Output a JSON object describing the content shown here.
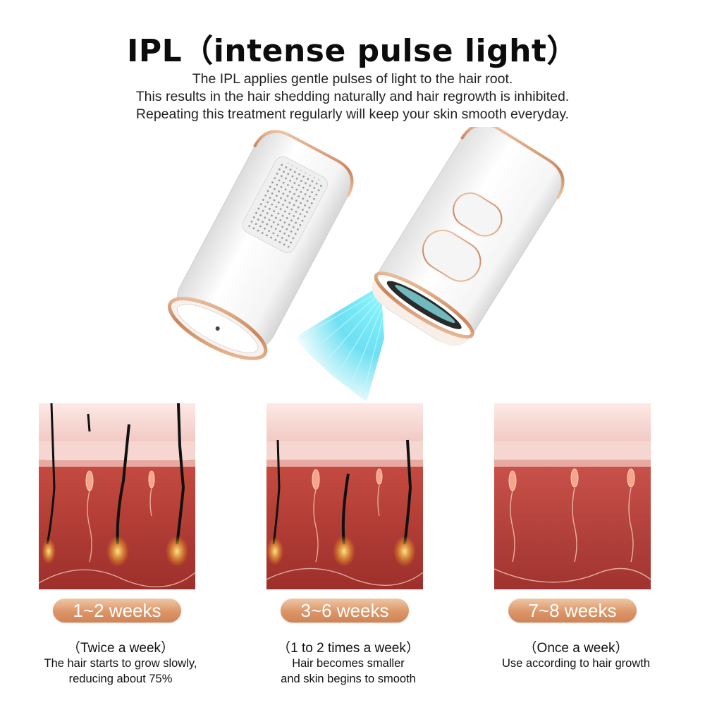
{
  "title": "IPL（intense pulse light）",
  "intro": [
    "The IPL applies gentle pulses of light to the hair root.",
    "This results in the hair shedding naturally and hair regrowth is inhibited.",
    "Repeating this treatment regularly will keep your skin smooth everyday."
  ],
  "colors": {
    "accent_pill": "#dc9567",
    "rose_gold": "#c9845a",
    "light_beam": "#3fd6ee",
    "skin": "#b03a34"
  },
  "stages": [
    {
      "period": "1~2 weeks",
      "frequency": "（Twice a week）",
      "desc": [
        "The hair starts to grow slowly,",
        "reducing about 75%"
      ]
    },
    {
      "period": "3~6 weeks",
      "frequency": "（1 to 2 times a week）",
      "desc": [
        "Hair becomes smaller",
        "and skin begins to smooth"
      ]
    },
    {
      "period": "7~8 weeks",
      "frequency": "（Once a week）",
      "desc": [
        "Use according to hair growth"
      ]
    }
  ]
}
